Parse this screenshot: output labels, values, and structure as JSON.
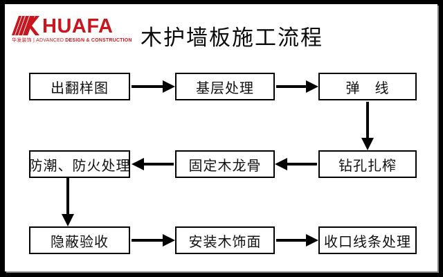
{
  "slide": {
    "logo": {
      "k_mark": "K",
      "brand": "HUAFA",
      "tagline_light": "华发装饰 | ADVANCED ",
      "tagline_bold": "DESIGN & CONSTRUCTION",
      "brand_color": "#C8161E"
    },
    "title": "木护墙板施工流程",
    "flow": {
      "steps": [
        {
          "label": "出翻样图"
        },
        {
          "label": "基层处理"
        },
        {
          "label": "弹　线"
        },
        {
          "label": "钻孔扎榨"
        },
        {
          "label": "固定木龙骨"
        },
        {
          "label": "防潮、防火处理"
        },
        {
          "label": "隐蔽验收"
        },
        {
          "label": "安装木饰面"
        },
        {
          "label": "收口线条处理"
        }
      ]
    },
    "colors": {
      "frame": "#000000",
      "box_border": "#000000",
      "arrow": "#000000",
      "background": "#ffffff"
    }
  }
}
